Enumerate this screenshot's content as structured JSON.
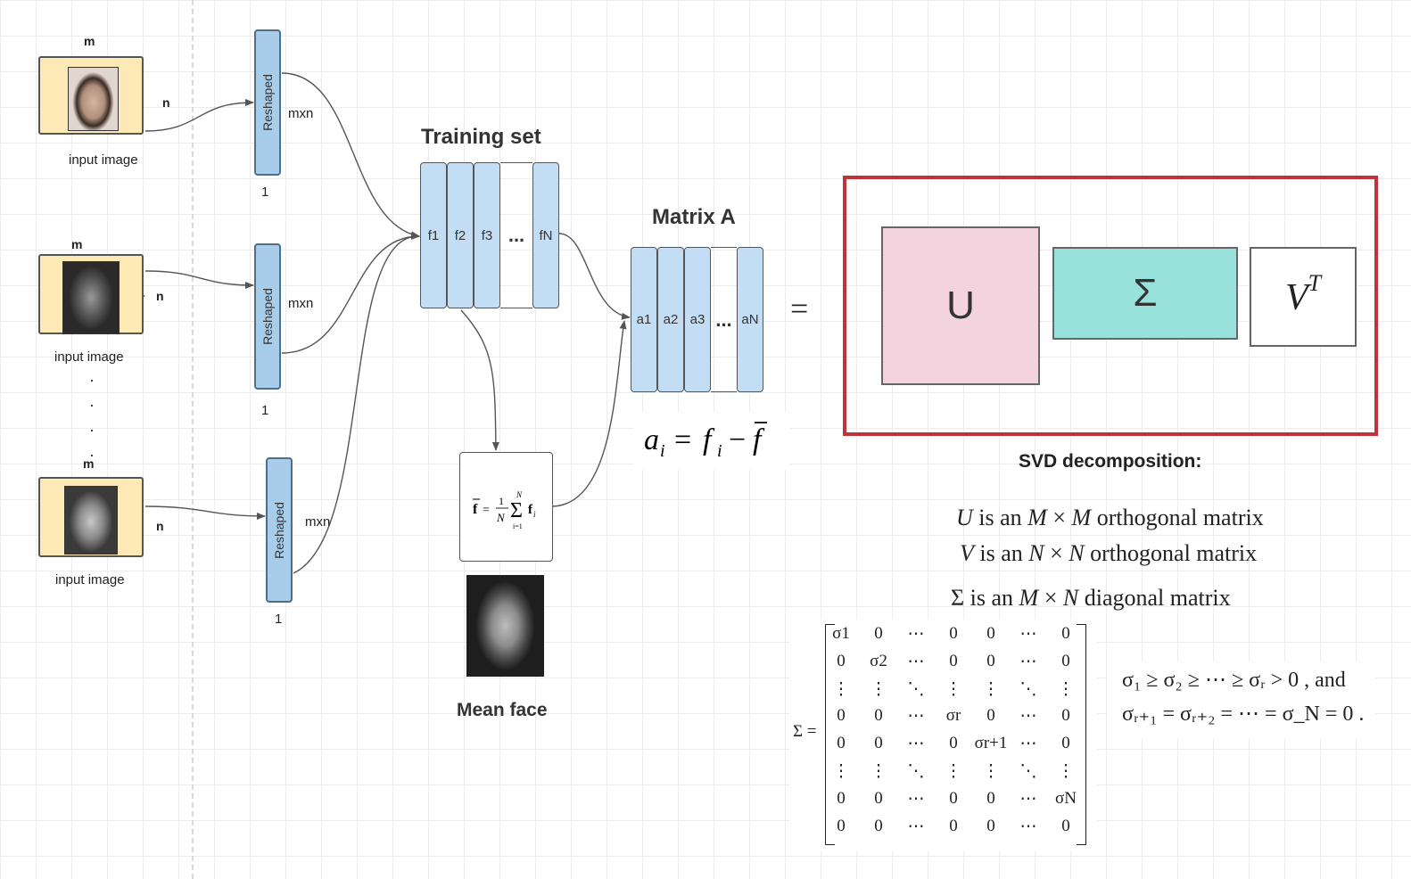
{
  "inputs": [
    {
      "label": "input image",
      "m": "m",
      "n": "n",
      "one": "1",
      "mxn": "mxn",
      "reshaped": "Reshaped"
    },
    {
      "label": "input image",
      "m": "m",
      "n": "n",
      "one": "1",
      "mxn": "mxn",
      "reshaped": "Reshaped"
    },
    {
      "label": "input image",
      "m": "m",
      "n": "n",
      "one": "1",
      "mxn": "mxn",
      "reshaped": "Reshaped"
    }
  ],
  "training": {
    "title": "Training set",
    "columns": [
      "f1",
      "f2",
      "f3",
      "fN"
    ],
    "ellipsis": "..."
  },
  "matrix_a": {
    "title": "Matrix A",
    "columns": [
      "a1",
      "a2",
      "a3",
      "aN"
    ],
    "ellipsis": "...",
    "formula": "a_i = f_i − f̄"
  },
  "mean_face": {
    "label": "Mean face",
    "formula": "f̄ = (1/N) Σ_{i=1}^{N} f_i"
  },
  "equals": "=",
  "svd": {
    "u": "U",
    "sigma": "Σ",
    "v": "V",
    "v_sup": "T",
    "title": "SVD decomposition:",
    "colors": {
      "u": "#f2d3de",
      "sigma": "#99e2dc",
      "frame": "#c0333a"
    },
    "line1": {
      "sym": "U",
      "text1": " is an ",
      "a": "M",
      "x": " × ",
      "b": "M",
      "text2": " orthogonal matrix"
    },
    "line2": {
      "sym": "V",
      "text1": " is an ",
      "a": "N",
      "x": " × ",
      "b": "N",
      "text2": " orthogonal matrix"
    },
    "line3": {
      "sym": "Σ",
      "text1": "  is an ",
      "a": "M",
      "x": " × ",
      "b": "N",
      "text2": " diagonal matrix"
    }
  },
  "sigma_matrix": {
    "lhs": "Σ =",
    "rows": [
      [
        "σ1",
        "0",
        "⋯",
        "0",
        "0",
        "⋯",
        "0"
      ],
      [
        "0",
        "σ2",
        "⋯",
        "0",
        "0",
        "⋯",
        "0"
      ],
      [
        "⋮",
        "⋮",
        "⋱",
        "⋮",
        "⋮",
        "⋱",
        "⋮"
      ],
      [
        "0",
        "0",
        "⋯",
        "σr",
        "0",
        "⋯",
        "0"
      ],
      [
        "0",
        "0",
        "⋯",
        "0",
        "σr+1",
        "⋯",
        "0"
      ],
      [
        "⋮",
        "⋮",
        "⋱",
        "⋮",
        "⋮",
        "⋱",
        "⋮"
      ],
      [
        "0",
        "0",
        "⋯",
        "0",
        "0",
        "⋯",
        "σN"
      ],
      [
        "0",
        "0",
        "⋯",
        "0",
        "0",
        "⋯",
        "0"
      ]
    ]
  },
  "conditions": {
    "line1": "σ₁ ≥ σ₂ ≥ ⋯ ≥ σᵣ > 0 , and",
    "line2": "σᵣ₊₁ = σᵣ₊₂ = ⋯ = σ_N = 0 ."
  }
}
